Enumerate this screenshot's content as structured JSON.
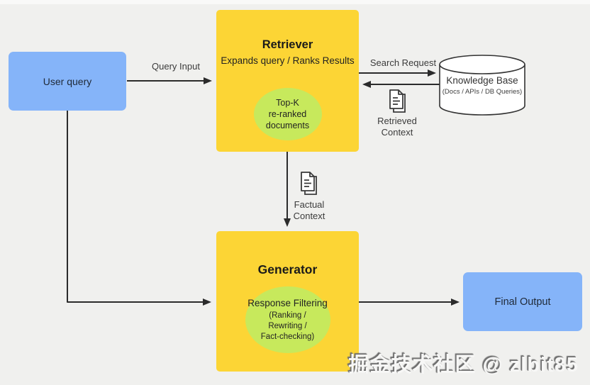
{
  "colors": {
    "background": "#F0F0EE",
    "node_yellow": "#FCD535",
    "node_blue": "#85B4F9",
    "bubble_green": "#C7E95C",
    "arrow": "#2B2B2B",
    "cylinder_outline": "#333333"
  },
  "nodes": {
    "user_query": {
      "label": "User query"
    },
    "retriever": {
      "title": "Retriever",
      "subtitle": "Expands query / Ranks Results",
      "bubble_lines": [
        "Top-K",
        "re-ranked",
        "documents"
      ]
    },
    "generator": {
      "title": "Generator",
      "bubble_lines": [
        "Response Filtering",
        "(Ranking /",
        "Rewriting /",
        "Fact-checking)"
      ]
    },
    "knowledge_base": {
      "title": "Knowledge Base",
      "subtitle": "(Docs / APIs / DB Queries)"
    },
    "final_output": {
      "label": "Final Output"
    }
  },
  "edges": {
    "query_input": {
      "label": "Query Input"
    },
    "search_request": {
      "label": "Search Request"
    },
    "retrieved_context": {
      "lines": [
        "Retrieved",
        "Context"
      ]
    },
    "factual_context": {
      "lines": [
        "Factual",
        "Context"
      ]
    }
  },
  "watermark": {
    "text": "掘金技术社区 @ zlbit85"
  }
}
